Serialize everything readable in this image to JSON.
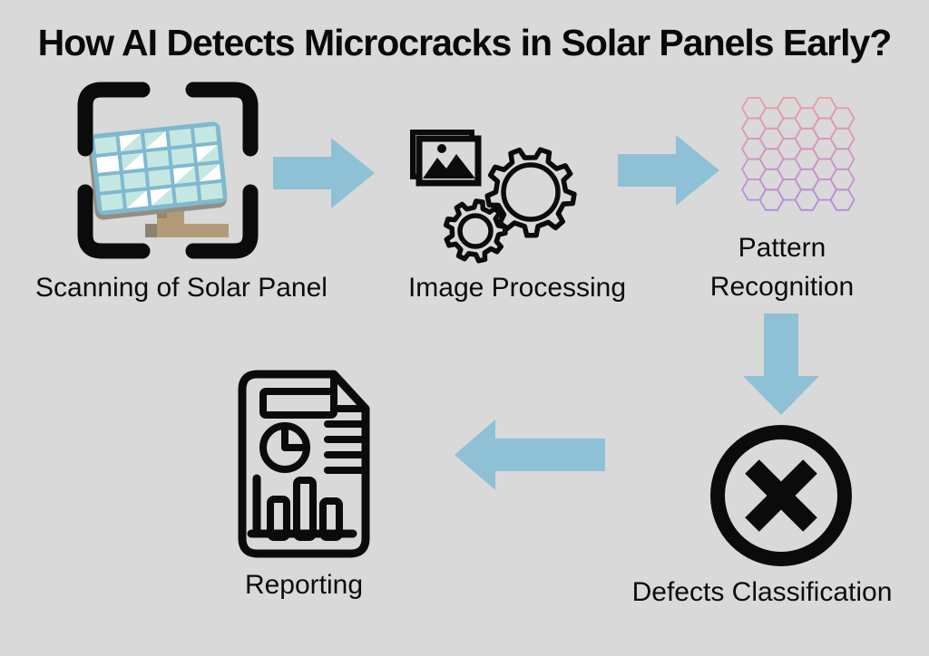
{
  "title": "How AI Detects Microcracks in Solar Panels Early?",
  "steps": {
    "scan": {
      "label": "Scanning of Solar Panel",
      "icon": "scan-frame-solar-panel-icon"
    },
    "process": {
      "label": "Image Processing",
      "icon": "photos-gears-icon"
    },
    "pattern": {
      "label": "Pattern Recognition",
      "icon": "hexagon-mesh-icon"
    },
    "defects": {
      "label": "Defects Classification",
      "icon": "circle-x-icon"
    },
    "report": {
      "label": "Reporting",
      "icon": "report-document-icon"
    }
  },
  "flow_order": [
    "scan",
    "process",
    "pattern",
    "defects",
    "report"
  ],
  "colors": {
    "background": "#d9d9d9",
    "arrow": "#8ec1d6",
    "icon_black": "#0b0b0b",
    "hex_top": "#ee9aa2",
    "hex_mid": "#cf95c4",
    "hex_bottom": "#a78ae0",
    "panel_frame": "#7fb9cf",
    "panel_cell": "#c5e7e2",
    "panel_glare": "#ffffff",
    "panel_shadow": "#938e83",
    "stand_tan": "#b49b78",
    "stand_dark": "#8a8371"
  }
}
